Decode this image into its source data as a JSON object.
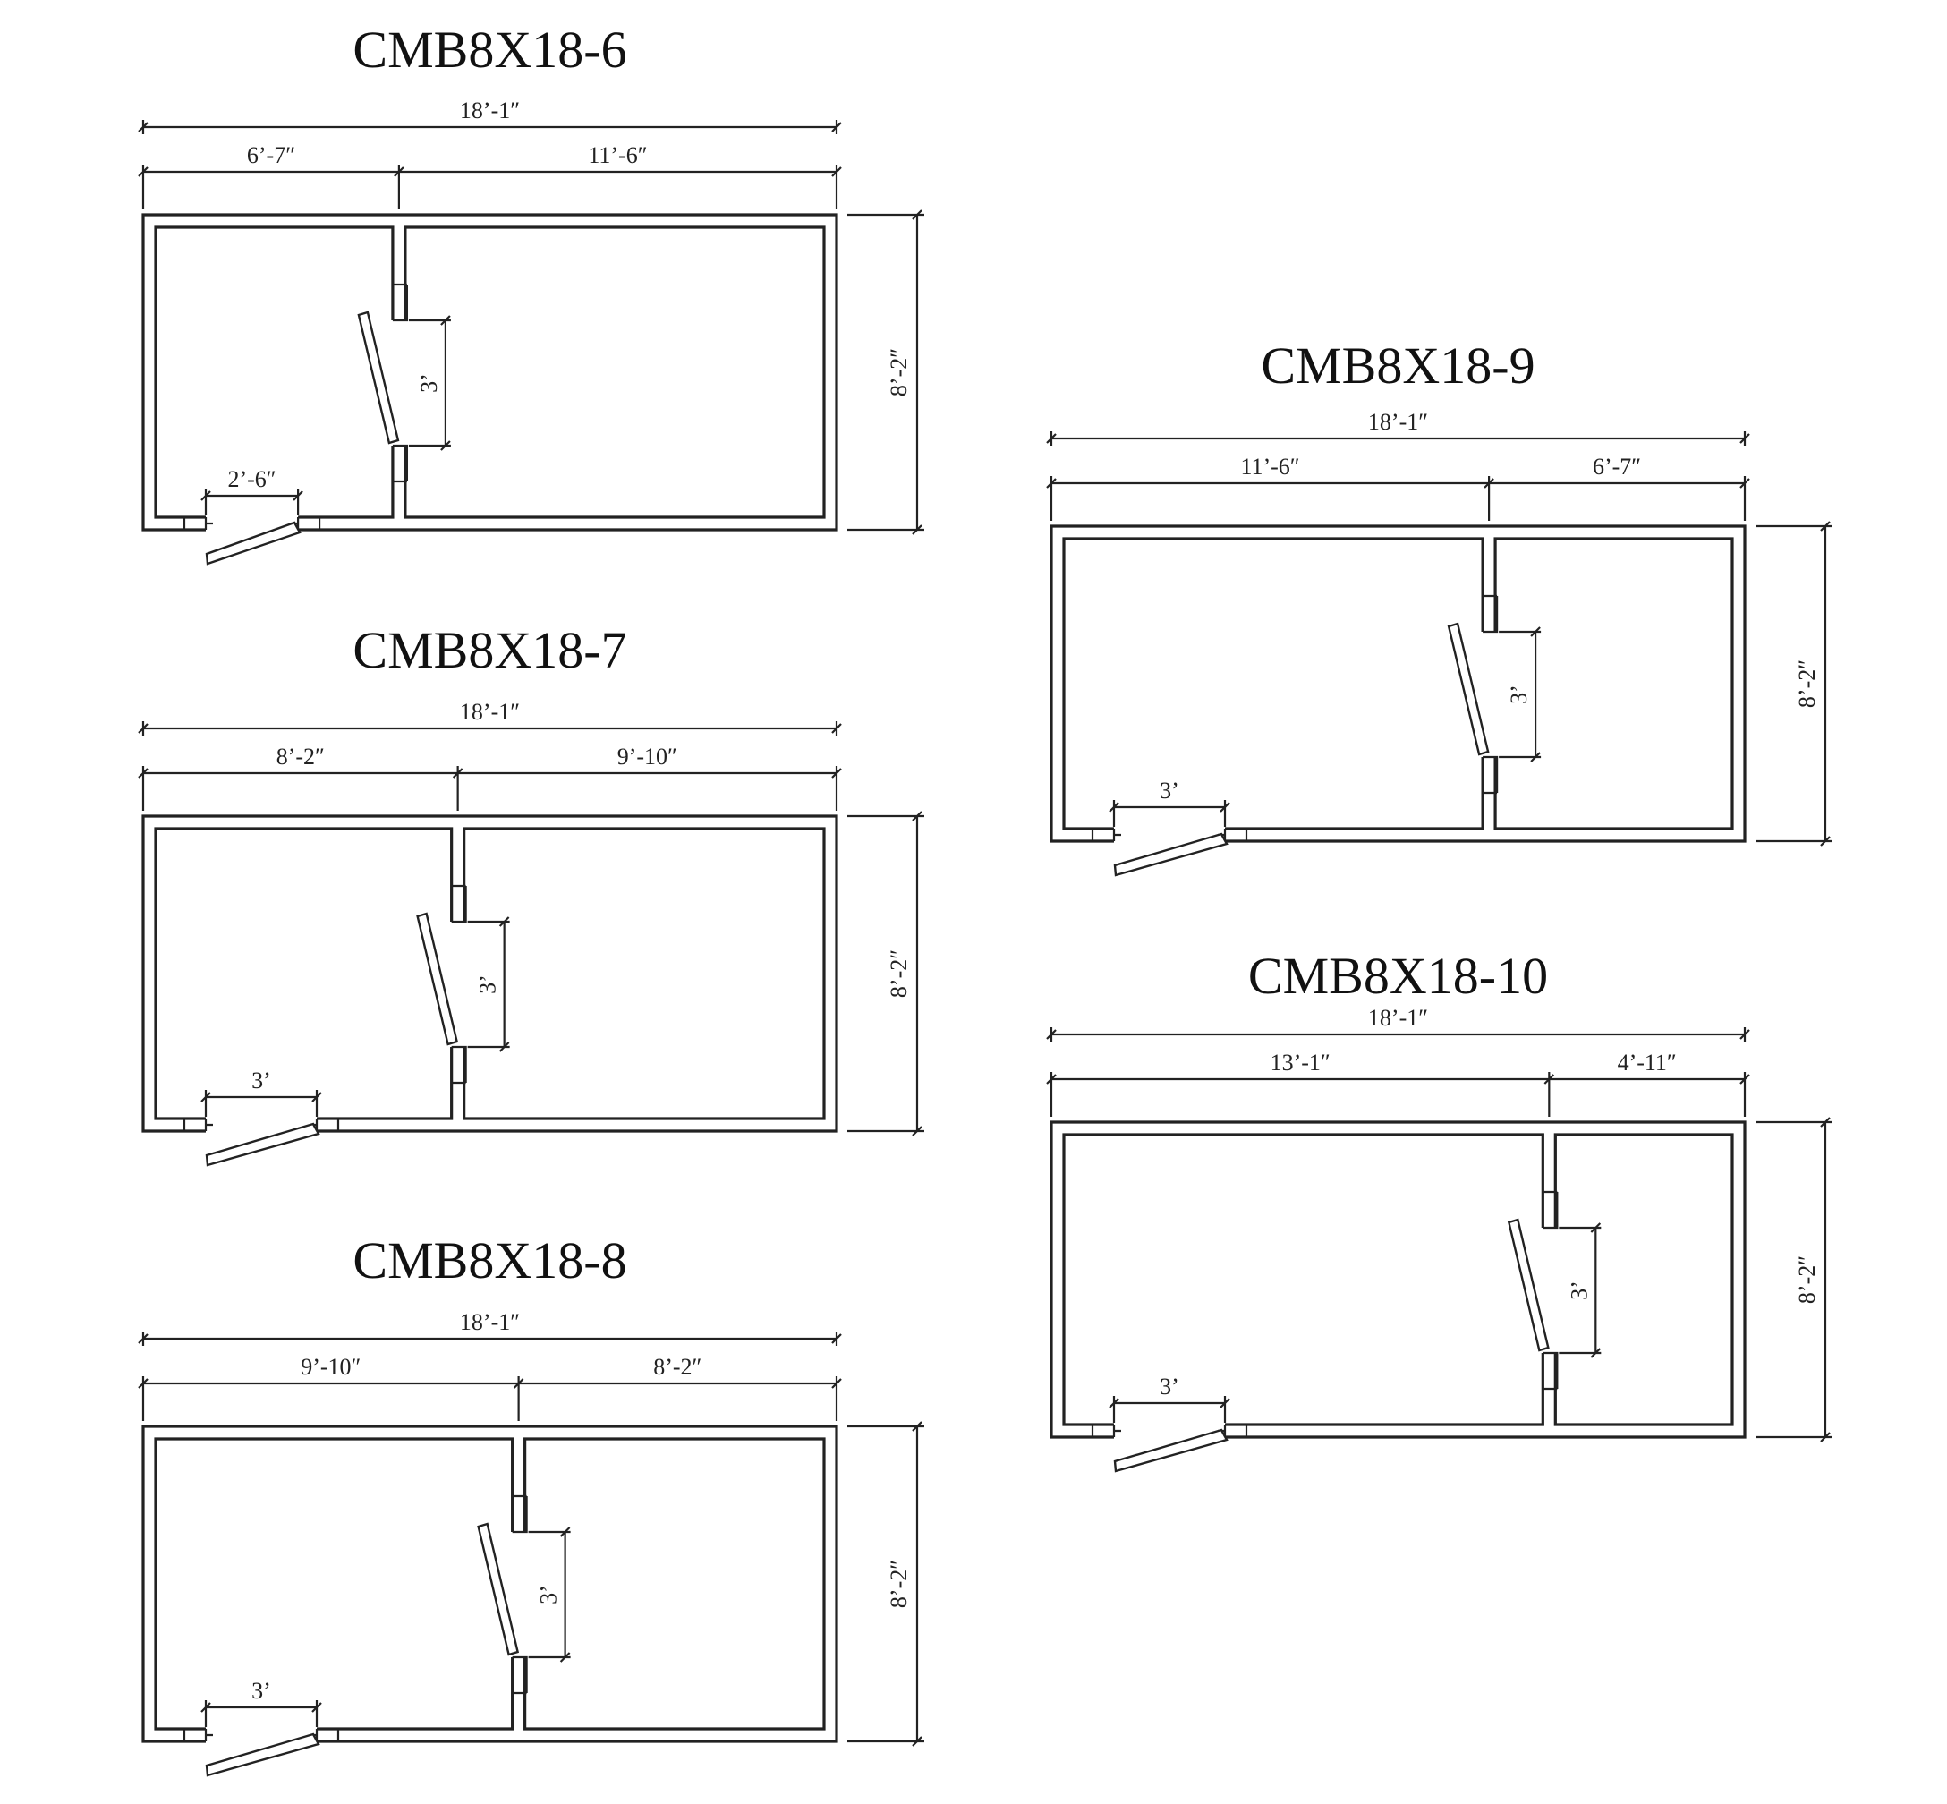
{
  "plans": [
    {
      "title": "CMB8X18-6",
      "overall_width": "18’-1″",
      "left_width": "6’-7″",
      "right_width": "11’-6″",
      "depth": "8’-2″",
      "partition_door": "3’",
      "entry_door": "2’-6″",
      "partition_ratio": 0.364,
      "entry_door_ratio": 0.138
    },
    {
      "title": "CMB8X18-7",
      "overall_width": "18’-1″",
      "left_width": "8’-2″",
      "right_width": "9’-10″",
      "depth": "8’-2″",
      "partition_door": "3’",
      "entry_door": "3’",
      "partition_ratio": 0.452,
      "entry_door_ratio": 0.166
    },
    {
      "title": "CMB8X18-8",
      "overall_width": "18’-1″",
      "left_width": "9’-10″",
      "right_width": "8’-2″",
      "depth": "8’-2″",
      "partition_door": "3’",
      "entry_door": "3’",
      "partition_ratio": 0.543,
      "entry_door_ratio": 0.166
    },
    {
      "title": "CMB8X18-9",
      "overall_width": "18’-1″",
      "left_width": "11’-6″",
      "right_width": "6’-7″",
      "depth": "8’-2″",
      "partition_door": "3’",
      "entry_door": "3’",
      "partition_ratio": 0.636,
      "entry_door_ratio": 0.166
    },
    {
      "title": "CMB8X18-10",
      "overall_width": "18’-1″",
      "left_width": "13’-1″",
      "right_width": "4’-11″",
      "depth": "8’-2″",
      "partition_door": "3’",
      "entry_door": "3’",
      "partition_ratio": 0.726,
      "entry_door_ratio": 0.166
    }
  ]
}
